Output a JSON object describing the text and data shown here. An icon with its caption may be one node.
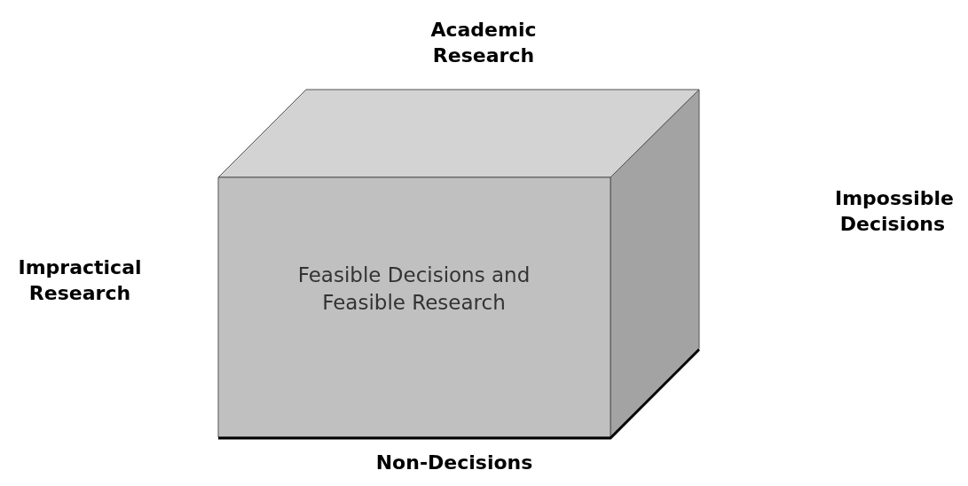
{
  "diagram": {
    "nodes": [
      {
        "text": [
          "Feasible Decisions and Feasible Research"
        ]
      }
    ],
    "labels": [
      "Academic Research",
      "Impossible Decisions",
      "Impractical Research",
      "Non-Decisions"
    ]
  }
}
